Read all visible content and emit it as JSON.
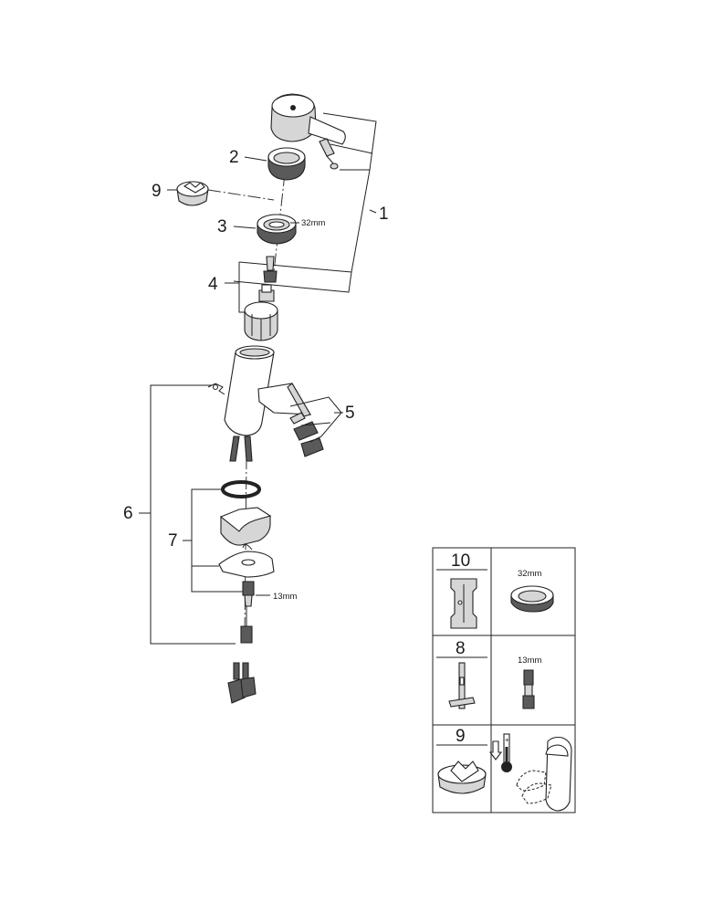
{
  "callouts": {
    "c1": "1",
    "c2": "2",
    "c3": "3",
    "c4": "4",
    "c5": "5",
    "c6": "6",
    "c7": "7",
    "c9": "9"
  },
  "dimensions": {
    "nut_size": "32mm",
    "fixing_size": "13mm"
  },
  "table": {
    "row1": {
      "number": "10",
      "dimension": "32mm"
    },
    "row2": {
      "number": "8",
      "dimension": "13mm"
    },
    "row3": {
      "number": "9"
    }
  },
  "colors": {
    "line": "#222222",
    "shade": "#d6d6d6",
    "dark": "#5a5a5a"
  }
}
